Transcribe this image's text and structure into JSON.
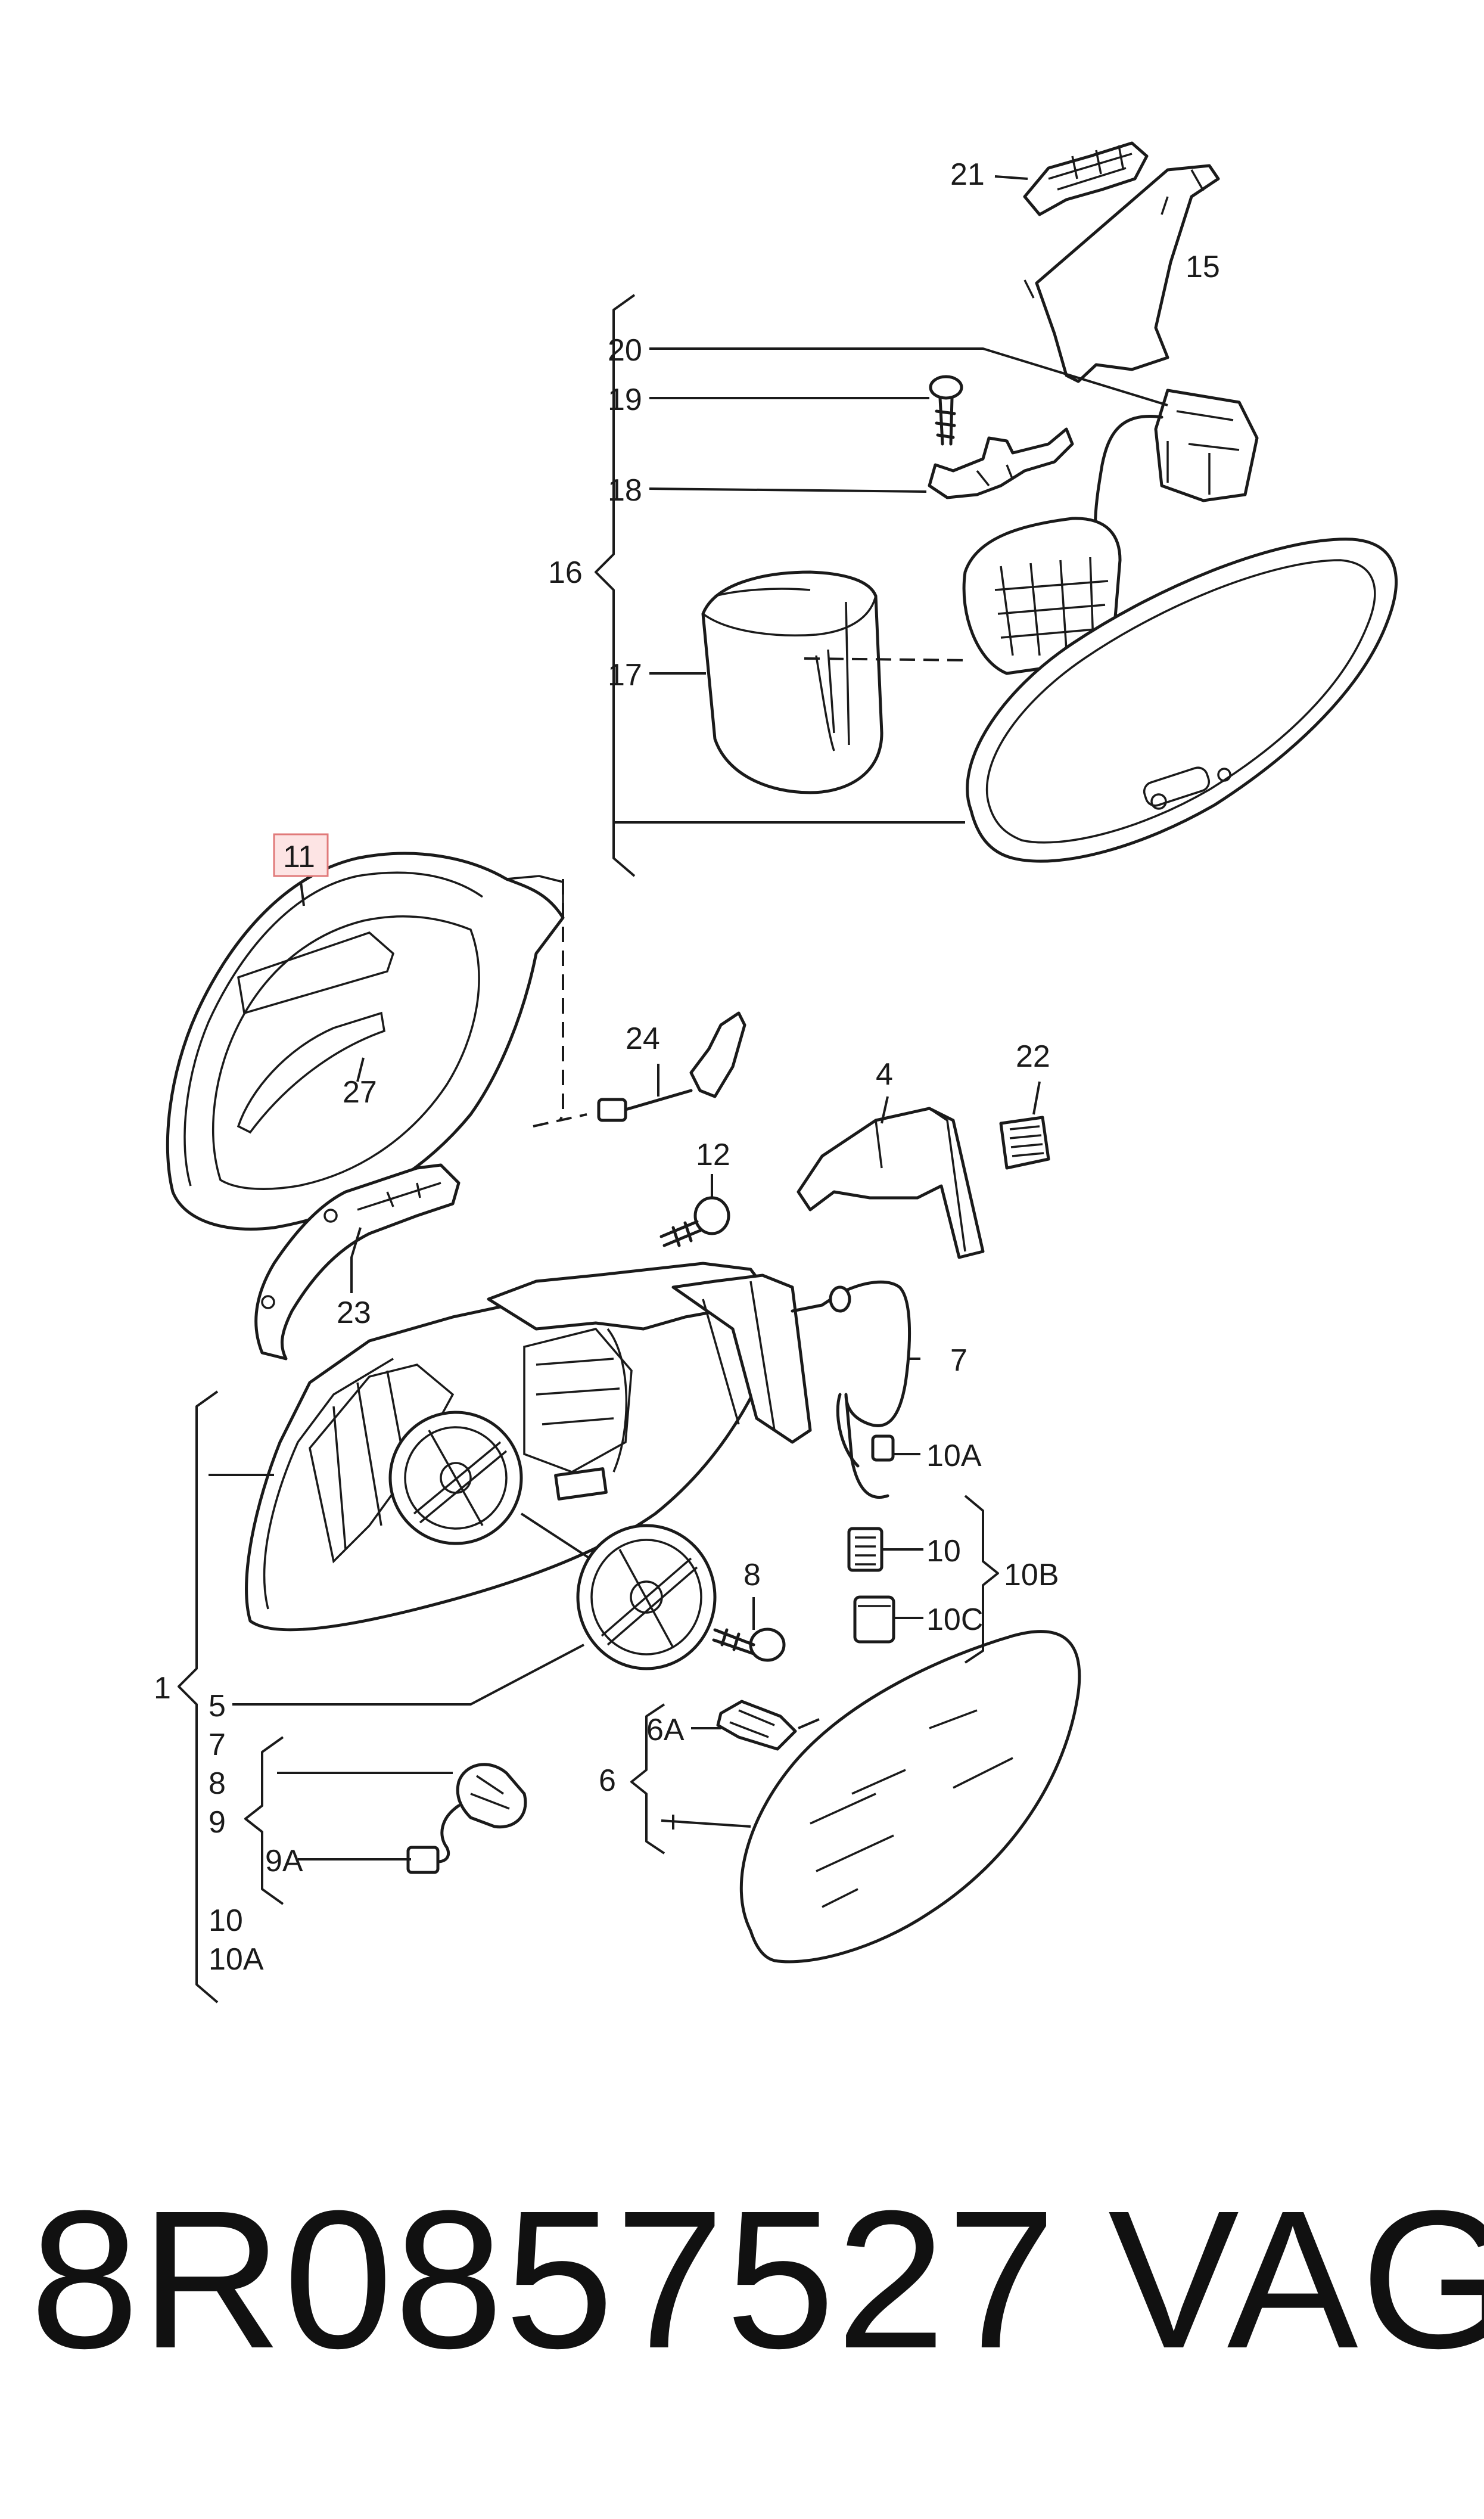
{
  "diagram": {
    "callouts": {
      "c21": "21",
      "c15": "15",
      "c20": "20",
      "c19": "19",
      "c18": "18",
      "c16": "16",
      "c17": "17",
      "c11": "11",
      "c27": "27",
      "c24": "24",
      "c4": "4",
      "c22": "22",
      "c12": "12",
      "c23": "23",
      "c7": "7",
      "c10a_r": "10A",
      "c10_r": "10",
      "c10b": "10B",
      "c10c": "10C",
      "c8_r": "8",
      "c1": "1",
      "c5": "5",
      "c7_l": "7",
      "c8_l": "8",
      "c9": "9",
      "c9a": "9A",
      "c10_l": "10",
      "c10a_l": "10A",
      "c6a": "6A",
      "c6": "6"
    },
    "highlighted_callout": "11",
    "highlight_color": "#fde4e4"
  },
  "footer": {
    "part_number": "8R0857527",
    "brand": "VAG"
  }
}
